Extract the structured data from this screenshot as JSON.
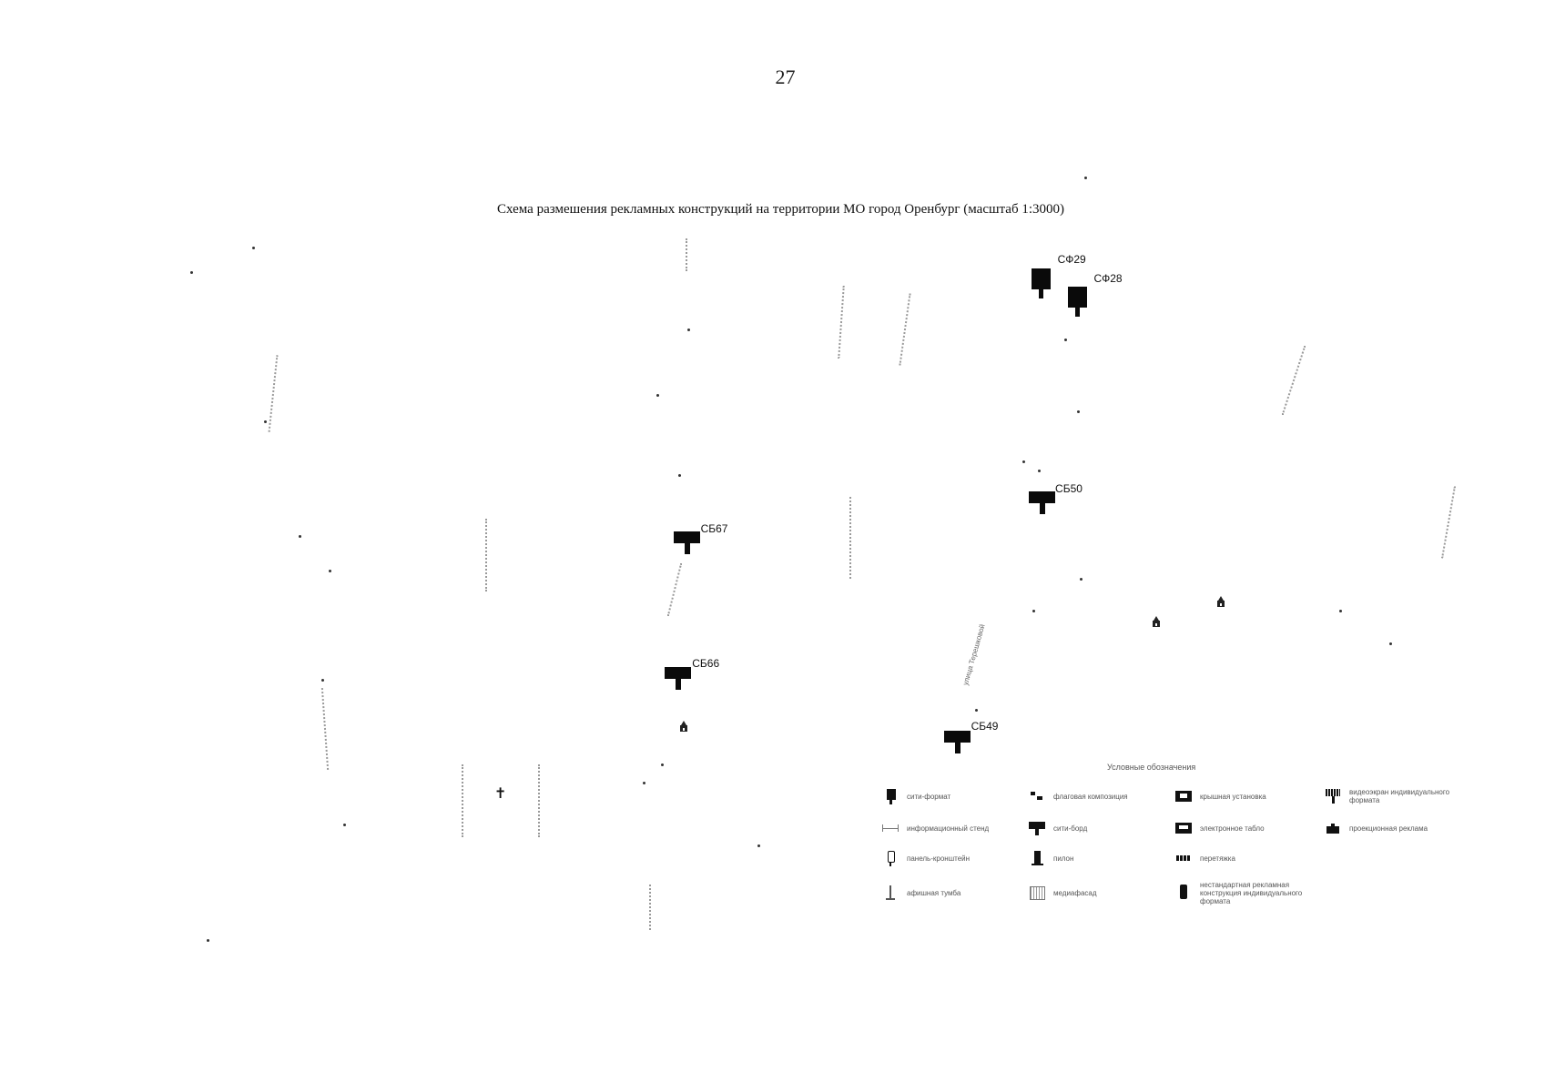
{
  "page_number": "27",
  "title": "Схема размешения рекламных конструкций на территории МО город Оренбург (масштаб 1:3000)",
  "markers": [
    {
      "label": "СФ29",
      "type": "сити-формат"
    },
    {
      "label": "СФ28",
      "type": "сити-формат"
    },
    {
      "label": "СБ50",
      "type": "сити-борд"
    },
    {
      "label": "СБ67",
      "type": "сити-борд"
    },
    {
      "label": "СБ66",
      "type": "сити-борд"
    },
    {
      "label": "СБ49",
      "type": "сити-борд"
    }
  ],
  "streets": [
    {
      "label": "улица Терешковой"
    }
  ],
  "legend": {
    "title": "Условные обозначения",
    "items": [
      {
        "label": "сити-формат",
        "icon": "city-format-icon"
      },
      {
        "label": "флаговая композиция",
        "icon": "flag-composition-icon"
      },
      {
        "label": "крышная установка",
        "icon": "roof-installation-icon"
      },
      {
        "label": "видеоэкран индивидуального формата",
        "icon": "video-screen-icon"
      },
      {
        "label": "информационный стенд",
        "icon": "info-stand-icon"
      },
      {
        "label": "сити-борд",
        "icon": "city-board-icon"
      },
      {
        "label": "электронное табло",
        "icon": "electronic-board-icon"
      },
      {
        "label": "проекционная реклама",
        "icon": "projection-icon"
      },
      {
        "label": "панель-кронштейн",
        "icon": "panel-bracket-icon"
      },
      {
        "label": "пилон",
        "icon": "pylon-icon"
      },
      {
        "label": "перетяжка",
        "icon": "banner-stretch-icon"
      },
      {
        "label": "афишная тумба",
        "icon": "poster-tumba-icon"
      },
      {
        "label": "медиафасад",
        "icon": "media-facade-icon"
      },
      {
        "label": "нестандартная рекламная конструкция индивидуального формата",
        "icon": "nonstandard-icon"
      }
    ]
  }
}
